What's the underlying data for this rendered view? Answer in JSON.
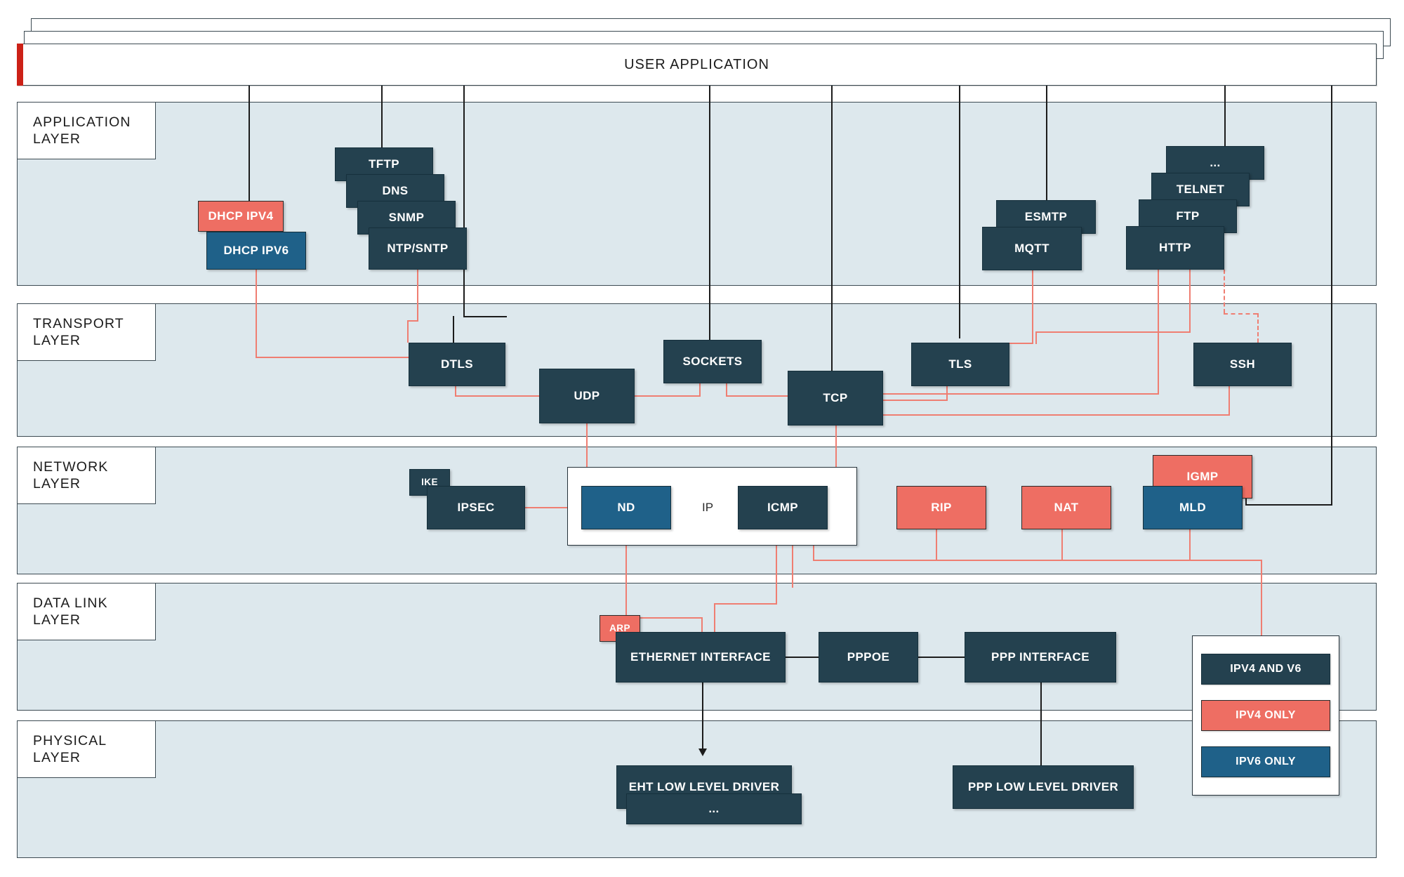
{
  "title": "TCP/IP Protocol Stack Layer Diagram",
  "header": {
    "user_application_label": "USER APPLICATION"
  },
  "colors": {
    "ipv4_and_v6": "#24414f",
    "ipv4_only": "#ee6e63",
    "ipv6_only": "#1f6189",
    "band_fill": "#dde8ed",
    "band_border": "#3c4a52",
    "band_accent": "#cc2117",
    "link_black": "#1c1c1c",
    "link_red": "#ef7e72"
  },
  "layers": [
    {
      "id": "application",
      "line1": "APPLICATION",
      "line2": "LAYER"
    },
    {
      "id": "transport",
      "line1": "TRANSPORT",
      "line2": "LAYER"
    },
    {
      "id": "network",
      "line1": "NETWORK",
      "line2": "LAYER"
    },
    {
      "id": "datalink",
      "line1": "DATA LINK",
      "line2": "LAYER"
    },
    {
      "id": "physical",
      "line1": "PHYSICAL",
      "line2": "LAYER"
    }
  ],
  "application_layer": {
    "dhcp_stack": [
      {
        "label": "DHCP IPV4",
        "kind": "ipv4_only"
      },
      {
        "label": "DHCP IPV6",
        "kind": "ipv6_only"
      }
    ],
    "udp_app_stack": [
      {
        "label": "TFTP",
        "kind": "ipv4_and_v6"
      },
      {
        "label": "DNS",
        "kind": "ipv4_and_v6"
      },
      {
        "label": "SNMP",
        "kind": "ipv4_and_v6"
      },
      {
        "label": "NTP/SNTP",
        "kind": "ipv4_and_v6"
      }
    ],
    "mqtt_stack": [
      {
        "label": "ESMTP",
        "kind": "ipv4_and_v6"
      },
      {
        "label": "MQTT",
        "kind": "ipv4_and_v6"
      }
    ],
    "http_stack": [
      {
        "label": "...",
        "kind": "ipv4_and_v6"
      },
      {
        "label": "TELNET",
        "kind": "ipv4_and_v6"
      },
      {
        "label": "FTP",
        "kind": "ipv4_and_v6"
      },
      {
        "label": "HTTP",
        "kind": "ipv4_and_v6"
      }
    ]
  },
  "transport_layer": {
    "nodes": [
      {
        "label": "DTLS",
        "kind": "ipv4_and_v6"
      },
      {
        "label": "UDP",
        "kind": "ipv4_and_v6"
      },
      {
        "label": "SOCKETS",
        "kind": "ipv4_and_v6"
      },
      {
        "label": "TCP",
        "kind": "ipv4_and_v6"
      },
      {
        "label": "TLS",
        "kind": "ipv4_and_v6"
      },
      {
        "label": "SSH",
        "kind": "ipv4_and_v6"
      }
    ]
  },
  "network_layer": {
    "ike": {
      "label": "IKE",
      "kind": "ipv4_and_v6"
    },
    "ipsec": {
      "label": "IPSEC",
      "kind": "ipv4_and_v6"
    },
    "ip_container": {
      "label": "IP",
      "children": [
        {
          "label": "ND",
          "kind": "ipv6_only"
        },
        {
          "label": "ICMP",
          "kind": "ipv4_and_v6"
        }
      ]
    },
    "nodes": [
      {
        "label": "RIP",
        "kind": "ipv4_only"
      },
      {
        "label": "NAT",
        "kind": "ipv4_only"
      },
      {
        "label": "IGMP",
        "kind": "ipv4_only"
      },
      {
        "label": "MLD",
        "kind": "ipv6_only"
      }
    ]
  },
  "data_link_layer": {
    "arp": {
      "label": "ARP",
      "kind": "ipv4_only"
    },
    "nodes": [
      {
        "label": "ETHERNET INTERFACE",
        "kind": "ipv4_and_v6"
      },
      {
        "label": "PPPOE",
        "kind": "ipv4_and_v6"
      },
      {
        "label": "PPP INTERFACE",
        "kind": "ipv4_and_v6"
      }
    ]
  },
  "physical_layer": {
    "eht_stack": [
      {
        "label": "EHT LOW LEVEL DRIVER",
        "kind": "ipv4_and_v6"
      },
      {
        "label": "...",
        "kind": "ipv4_and_v6"
      }
    ],
    "ppp_driver": {
      "label": "PPP LOW LEVEL DRIVER",
      "kind": "ipv4_and_v6"
    }
  },
  "legend": {
    "items": [
      {
        "label": "IPV4 AND V6",
        "kind": "ipv4_and_v6"
      },
      {
        "label": "IPV4 ONLY",
        "kind": "ipv4_only"
      },
      {
        "label": "IPV6 ONLY",
        "kind": "ipv6_only"
      }
    ]
  }
}
